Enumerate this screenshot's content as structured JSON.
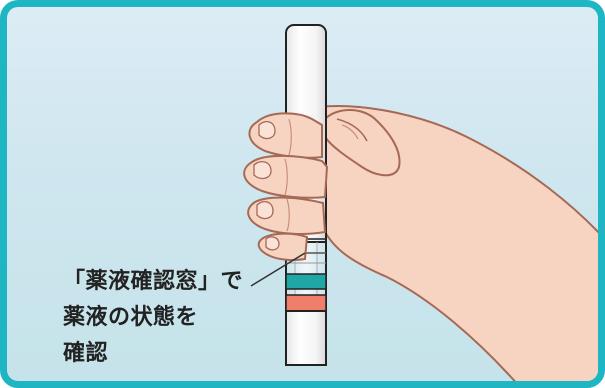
{
  "callout": {
    "line1": "「薬液確認窓」で",
    "line2": "薬液の状態を",
    "line3": "確認"
  },
  "colors": {
    "frame": "#1fb6c4",
    "background": "#cfe6ef",
    "skin": "#f7d4c2",
    "skin_outline": "#a66955",
    "pen_body": "#ffffff",
    "liquid_band_teal": "#21a6a6",
    "liquid_band_coral": "#ef7e6b"
  }
}
